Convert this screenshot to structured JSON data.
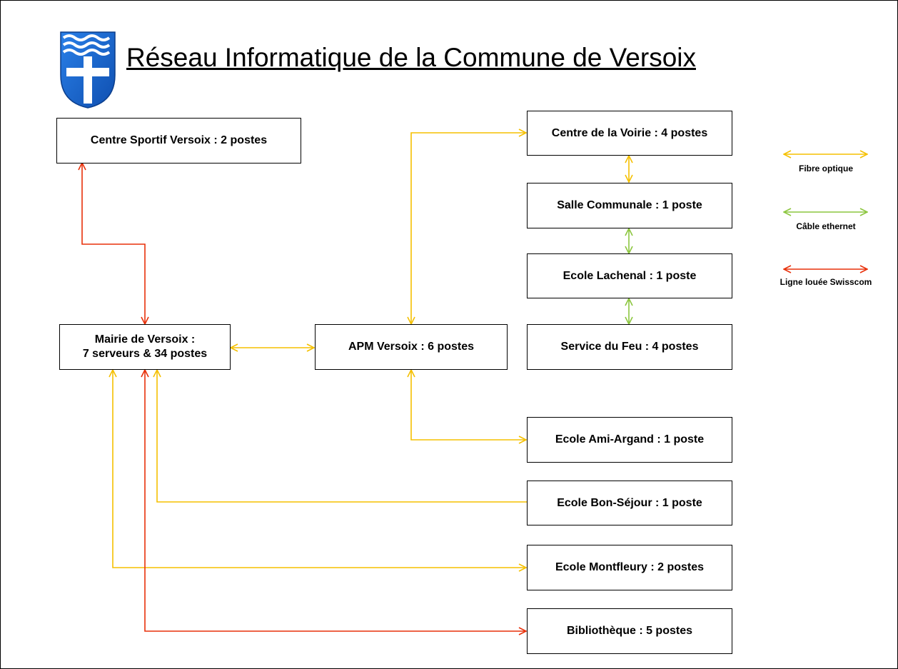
{
  "title": "Réseau Informatique de la Commune de Versoix",
  "colors": {
    "fibre": "#F5C000",
    "ethernet": "#8CC63F",
    "swisscom": "#E8300A",
    "crest_blue": "#1E6FD9"
  },
  "nodes": {
    "centre_sportif": "Centre Sportif Versoix : 2 postes",
    "mairie_line1": "Mairie de Versoix :",
    "mairie_line2": "7 serveurs & 34 postes",
    "apm": "APM Versoix : 6 postes",
    "voirie": "Centre de la Voirie : 4 postes",
    "salle": "Salle Communale : 1 poste",
    "lachenal": "Ecole Lachenal : 1 poste",
    "feu": "Service du Feu : 4 postes",
    "ami_argand": "Ecole Ami-Argand : 1 poste",
    "bon_sejour": "Ecole Bon-Séjour : 1 poste",
    "montfleury": "Ecole Montfleury : 2 postes",
    "bibliotheque": "Bibliothèque : 5 postes"
  },
  "legend": {
    "fibre": "Fibre optique",
    "ethernet": "Câble ethernet",
    "swisscom": "Ligne louée Swisscom"
  },
  "links": [
    {
      "from": "Mairie de Versoix",
      "to": "Centre Sportif Versoix",
      "type": "swisscom"
    },
    {
      "from": "Mairie de Versoix",
      "to": "APM Versoix",
      "type": "fibre"
    },
    {
      "from": "APM Versoix",
      "to": "Centre de la Voirie",
      "type": "fibre"
    },
    {
      "from": "Centre de la Voirie",
      "to": "Salle Communale",
      "type": "fibre"
    },
    {
      "from": "Salle Communale",
      "to": "Ecole Lachenal",
      "type": "ethernet"
    },
    {
      "from": "Ecole Lachenal",
      "to": "Service du Feu",
      "type": "ethernet"
    },
    {
      "from": "APM Versoix",
      "to": "Ecole Ami-Argand",
      "type": "fibre"
    },
    {
      "from": "Mairie de Versoix",
      "to": "Ecole Bon-Séjour",
      "type": "fibre"
    },
    {
      "from": "Mairie de Versoix",
      "to": "Ecole Montfleury",
      "type": "fibre"
    },
    {
      "from": "Mairie de Versoix",
      "to": "Bibliothèque",
      "type": "swisscom"
    }
  ]
}
